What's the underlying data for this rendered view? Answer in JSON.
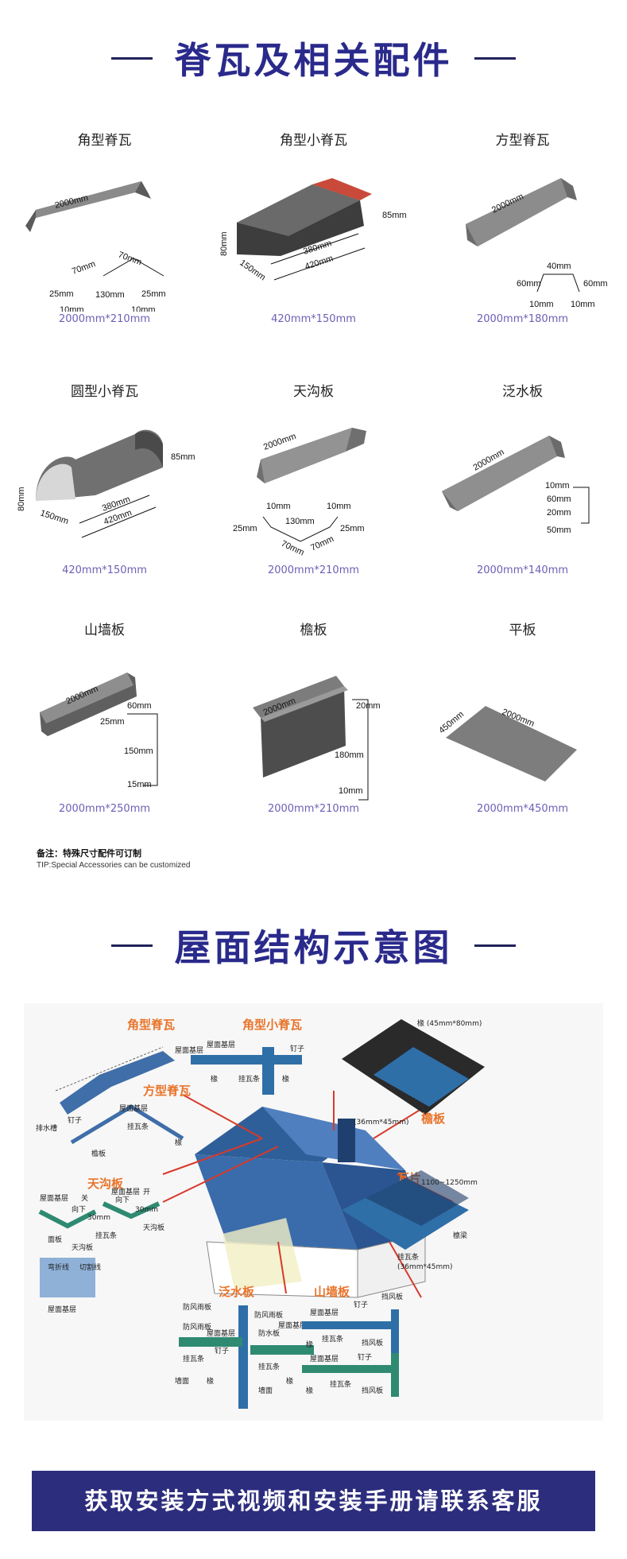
{
  "section1": {
    "title": "脊瓦及相关配件"
  },
  "items": [
    {
      "name": "角型脊瓦",
      "size": "2000mm*210mm",
      "dims": [
        "2000mm",
        "70mm",
        "70mm",
        "25mm",
        "130mm",
        "25mm",
        "10mm",
        "10mm"
      ]
    },
    {
      "name": "角型小脊瓦",
      "size": "420mm*150mm",
      "dims": [
        "85mm",
        "80mm",
        "150mm",
        "380mm",
        "420mm"
      ]
    },
    {
      "name": "方型脊瓦",
      "size": "2000mm*180mm",
      "dims": [
        "2000mm",
        "40mm",
        "60mm",
        "60mm",
        "10mm",
        "10mm"
      ]
    },
    {
      "name": "圆型小脊瓦",
      "size": "420mm*150mm",
      "dims": [
        "85mm",
        "80mm",
        "150mm",
        "380mm",
        "420mm"
      ]
    },
    {
      "name": "天沟板",
      "size": "2000mm*210mm",
      "dims": [
        "2000mm",
        "10mm",
        "10mm",
        "25mm",
        "130mm",
        "25mm",
        "70mm",
        "70mm"
      ]
    },
    {
      "name": "泛水板",
      "size": "2000mm*140mm",
      "dims": [
        "2000mm",
        "10mm",
        "60mm",
        "20mm",
        "50mm"
      ]
    },
    {
      "name": "山墙板",
      "size": "2000mm*250mm",
      "dims": [
        "2000mm",
        "60mm",
        "25mm",
        "150mm",
        "15mm"
      ]
    },
    {
      "name": "檐板",
      "size": "2000mm*210mm",
      "dims": [
        "2000mm",
        "20mm",
        "180mm",
        "10mm"
      ]
    },
    {
      "name": "平板",
      "size": "2000mm*450mm",
      "dims": [
        "450mm",
        "2000mm"
      ]
    }
  ],
  "note": {
    "cn": "备注：特殊尺寸配件可订制",
    "en": "TIP:Special Accessories can be customized"
  },
  "section2": {
    "title": "屋面结构示意图"
  },
  "diagram": {
    "labels": {
      "jiaoxing": "角型脊瓦",
      "fangxing": "方型脊瓦",
      "tiangou": "天沟板",
      "jiaoxing_small": "角型小脊瓦",
      "yanban": "檐板",
      "wapian": "瓦片",
      "fanshui": "泛水板",
      "shanqiang": "山墙板"
    },
    "small": {
      "wumian_jiceng": "屋面基层",
      "dingzi": "钉子",
      "guawatiao": "挂瓦条",
      "chuan": "椽",
      "paishuicao": "排水槽",
      "yanban": "檐板",
      "guan": "关",
      "kai": "开",
      "xiangxia": "向下",
      "30mm": "30mm",
      "mianban": "面板",
      "tiangouban": "天沟板",
      "wanzhexian": "弯折线",
      "qiegexian": "切割线",
      "chuan_size": "椽 (45mm*80mm)",
      "guawatiao_size": "(36mm*45mm)",
      "liang": "檩梁",
      "fangyuban": "防风雨板",
      "fangshuiban": "防水板",
      "qiangmian": "墙面",
      "dangfengban": "挡风板",
      "size_1100": "1100~1250mm"
    }
  },
  "footer": {
    "text": "获取安装方式视频和安装手册请联系客服"
  },
  "colors": {
    "title": "#2a2a8c",
    "size_text": "#6d5fb5",
    "footer_bg": "#2d2d7e",
    "accent": "#e8742b",
    "roof_blue": "#3f6ea8"
  }
}
